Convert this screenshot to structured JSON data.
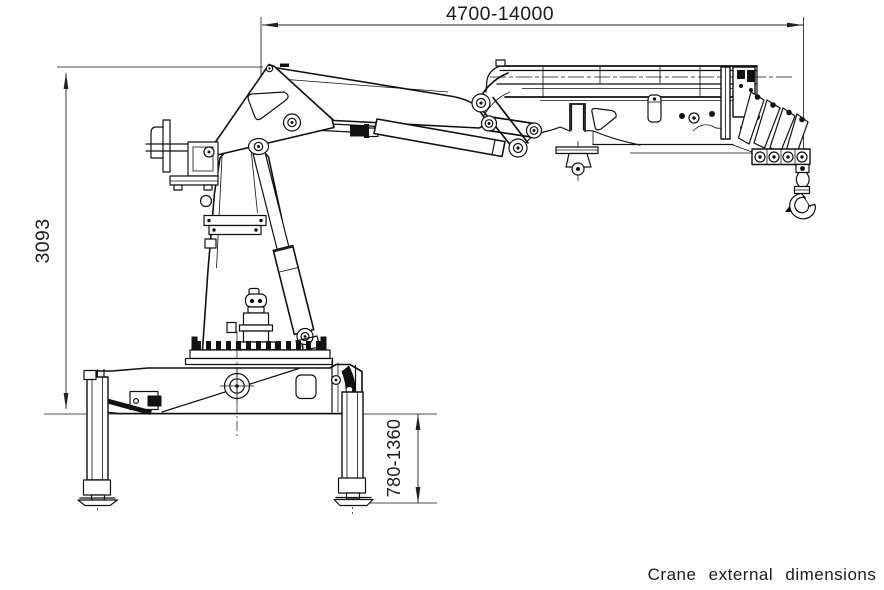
{
  "caption": "Crane external dimensions",
  "dimensions": {
    "boom_reach": {
      "label": "4700-14000",
      "orientation": "horizontal",
      "position": "top"
    },
    "overall_height": {
      "label": "3093",
      "orientation": "vertical",
      "position": "left"
    },
    "outrigger_stroke": {
      "label": "780-1360",
      "orientation": "vertical",
      "position": "right-bottom"
    }
  },
  "colors": {
    "line": "#111111",
    "dim_line": "#222222",
    "background": "#ffffff"
  },
  "components": [
    "telescopic-boom",
    "boom-head-stack",
    "hook-block",
    "jib-assembly",
    "hoist-bracket",
    "main-boom-arm",
    "knuckle-linkage",
    "jib-cylinder",
    "column-head",
    "column",
    "luffing-cylinder",
    "control-levers",
    "slewing-drive",
    "base-frame",
    "slewing-target",
    "outrigger-left",
    "outrigger-right"
  ]
}
